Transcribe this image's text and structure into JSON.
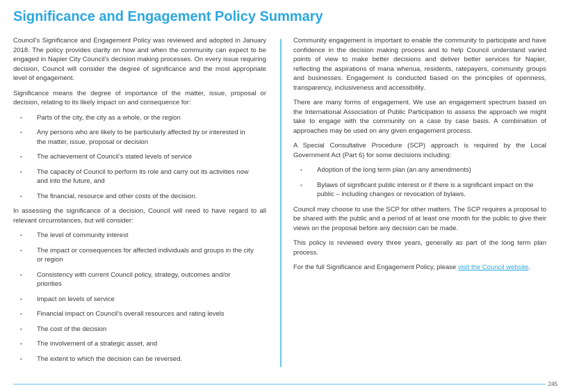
{
  "title": "Significance and Engagement Policy Summary",
  "left": {
    "p1": "Council’s Significance and Engagement Policy was reviewed and adopted in January 2018. The policy provides clarity on how and when the community can expect to be engaged in Napier City Council’s decision making processes. On every issue requiring decision, Council will consider the degree of significance and the most appropriate level of engagement.",
    "p2": "Significance means the degree of importance of the matter, issue, proposal or decision, relating to its likely impact on and consequence for:",
    "list1": [
      "Parts of the city, the city as a whole, or the region",
      "Any persons who are likely to be particularly affected by or interested in the matter, issue, proposal or decision",
      "The achievement of Council’s stated levels of service",
      "The capacity of Council to perform its role and carry out its activities now and into the future, and",
      "The financial, resource and other costs of the decision."
    ],
    "p3": "In assessing the significance of a decision, Council will need to have regard to all relevant circumstances, but will consider:",
    "list2": [
      "The level of community interest",
      "The impact or consequences for affected individuals and groups in the city or region",
      "Consistency with current Council policy, strategy, outcomes and/or priorities",
      "Impact on levels of service",
      "Financial impact on Council’s overall resources and rating levels",
      "The cost of the decision",
      "The involvement of a strategic asset, and",
      "The extent to which the decision can be reversed."
    ]
  },
  "right": {
    "p1": "Community engagement is important to enable the community to participate and have confidence in the decision making process and to help Council understand varied points of view to make better decisions and deliver better services for Napier, reflecting the aspirations of mana whenua, residents, ratepayers, community groups and businesses. Engagement is conducted based on the principles of openness, transparency, inclusiveness and accessibility.",
    "p2": "There are many forms of engagement. We use an engagement spectrum based on the International Association of Public Participation to assess the approach we might take to engage with the community on a case by case basis. A combination of approaches may be used on any given engagement process.",
    "p3": "A Special Consultative Procedure (SCP) approach is required by the Local Government Act (Part 6) for some decisions including:",
    "list": [
      "Adoption of the long term plan (an any amendments)",
      "Bylaws of significant public interest or if there is a significant impact on the public – including changes or revocation of bylaws."
    ],
    "p4": "Council may choose to use the SCP for other matters. The SCP requires a proposal to be shared with the public and a period of at least one month for the public to give their views on the proposal before any decision can be made.",
    "p5": "This policy is reviewed every three years, generally as part of the long term plan process.",
    "p6_prefix": "For the full Significance and Engagement Policy, please ",
    "p6_link": "visit the Council website",
    "p6_suffix": "."
  },
  "page_number": "245",
  "colors": {
    "accent": "#2aa8e0",
    "text": "#3a3a3a",
    "rule": "#6ec6ea"
  }
}
